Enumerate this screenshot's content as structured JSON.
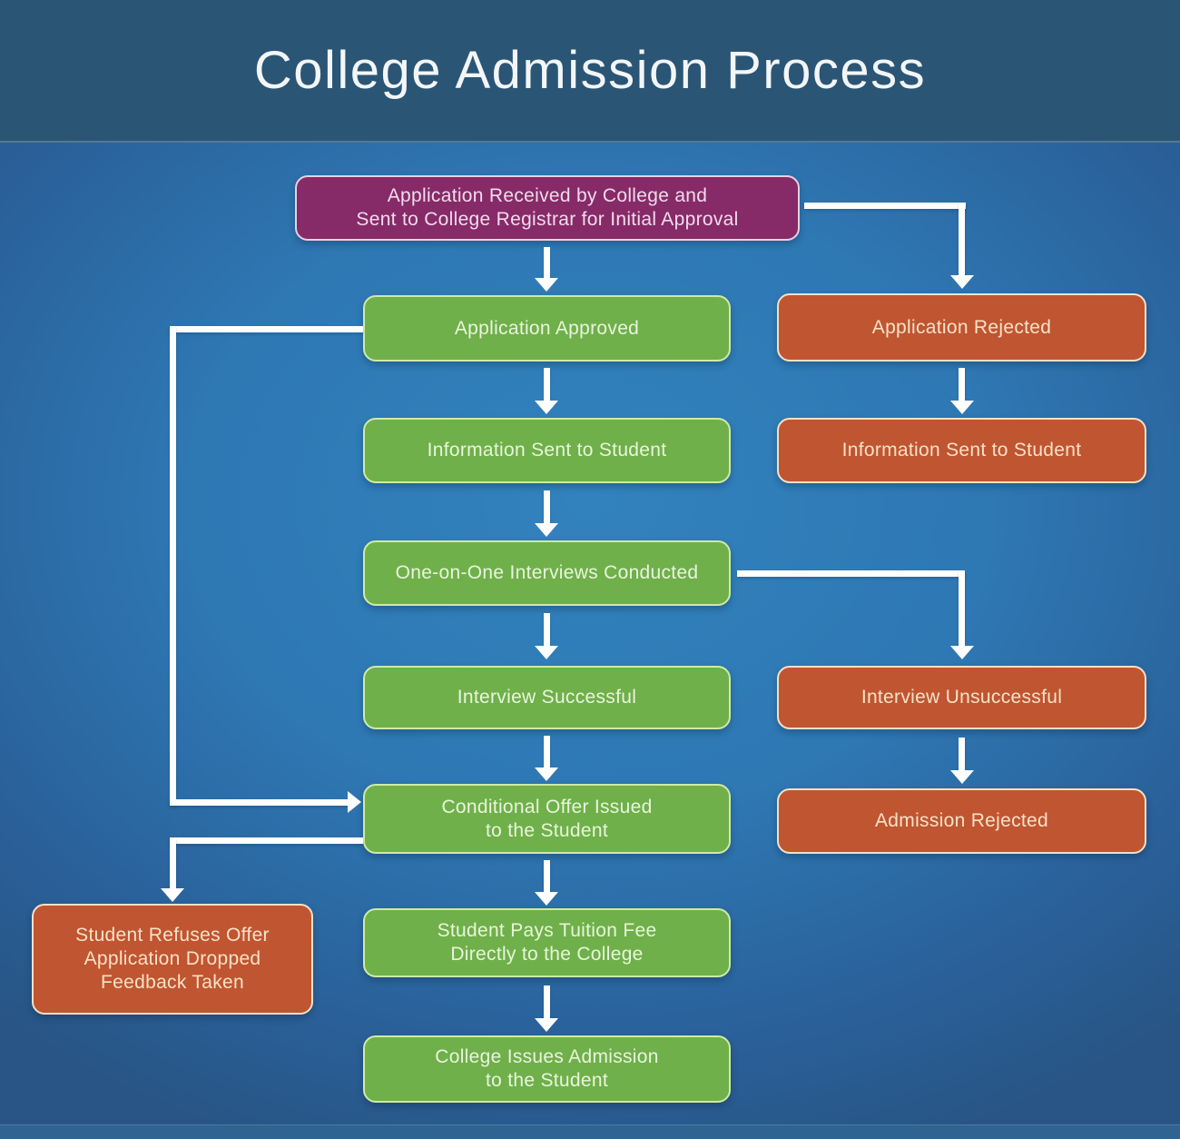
{
  "title": "College Admission Process",
  "colors": {
    "header_bg": "#2b5575",
    "background_center": "#3282bd",
    "background_edge": "#285586",
    "node_green": "#6fb04a",
    "node_orange": "#c05532",
    "node_purple": "#872a68",
    "arrow": "#ffffff"
  },
  "nodes": {
    "application_received": {
      "color": "purple",
      "line1": "Application Received by College and",
      "line2": "Sent to College Registrar for Initial Approval"
    },
    "application_approved": {
      "color": "green",
      "label": "Application Approved"
    },
    "application_rejected": {
      "color": "orange",
      "label": "Application Rejected"
    },
    "info_sent_approved": {
      "color": "green",
      "label": "Information Sent to Student"
    },
    "info_sent_rejected": {
      "color": "orange",
      "label": "Information Sent to Student"
    },
    "interviews_conducted": {
      "color": "green",
      "label": "One-on-One Interviews Conducted"
    },
    "interview_successful": {
      "color": "green",
      "label": "Interview Successful"
    },
    "interview_unsuccessful": {
      "color": "orange",
      "label": "Interview Unsuccessful"
    },
    "conditional_offer": {
      "color": "green",
      "line1": "Conditional Offer Issued",
      "line2": "to the Student"
    },
    "admission_rejected": {
      "color": "orange",
      "label": "Admission Rejected"
    },
    "student_refuses": {
      "color": "orange",
      "line1": "Student Refuses Offer",
      "line2": "Application Dropped",
      "line3": "Feedback Taken"
    },
    "student_pays": {
      "color": "green",
      "line1": "Student Pays Tuition Fee",
      "line2": "Directly to the College"
    },
    "college_issues": {
      "color": "green",
      "line1": "College Issues Admission",
      "line2": "to the Student"
    }
  },
  "edges": [
    {
      "from": "application_received",
      "to": "application_approved"
    },
    {
      "from": "application_received",
      "to": "application_rejected"
    },
    {
      "from": "application_approved",
      "to": "info_sent_approved"
    },
    {
      "from": "application_rejected",
      "to": "info_sent_rejected"
    },
    {
      "from": "info_sent_approved",
      "to": "interviews_conducted"
    },
    {
      "from": "interviews_conducted",
      "to": "interview_successful"
    },
    {
      "from": "interviews_conducted",
      "to": "interview_unsuccessful"
    },
    {
      "from": "interview_successful",
      "to": "conditional_offer"
    },
    {
      "from": "interview_unsuccessful",
      "to": "admission_rejected"
    },
    {
      "from": "application_approved",
      "to": "conditional_offer"
    },
    {
      "from": "conditional_offer",
      "to": "student_refuses"
    },
    {
      "from": "conditional_offer",
      "to": "student_pays"
    },
    {
      "from": "student_pays",
      "to": "college_issues"
    }
  ]
}
